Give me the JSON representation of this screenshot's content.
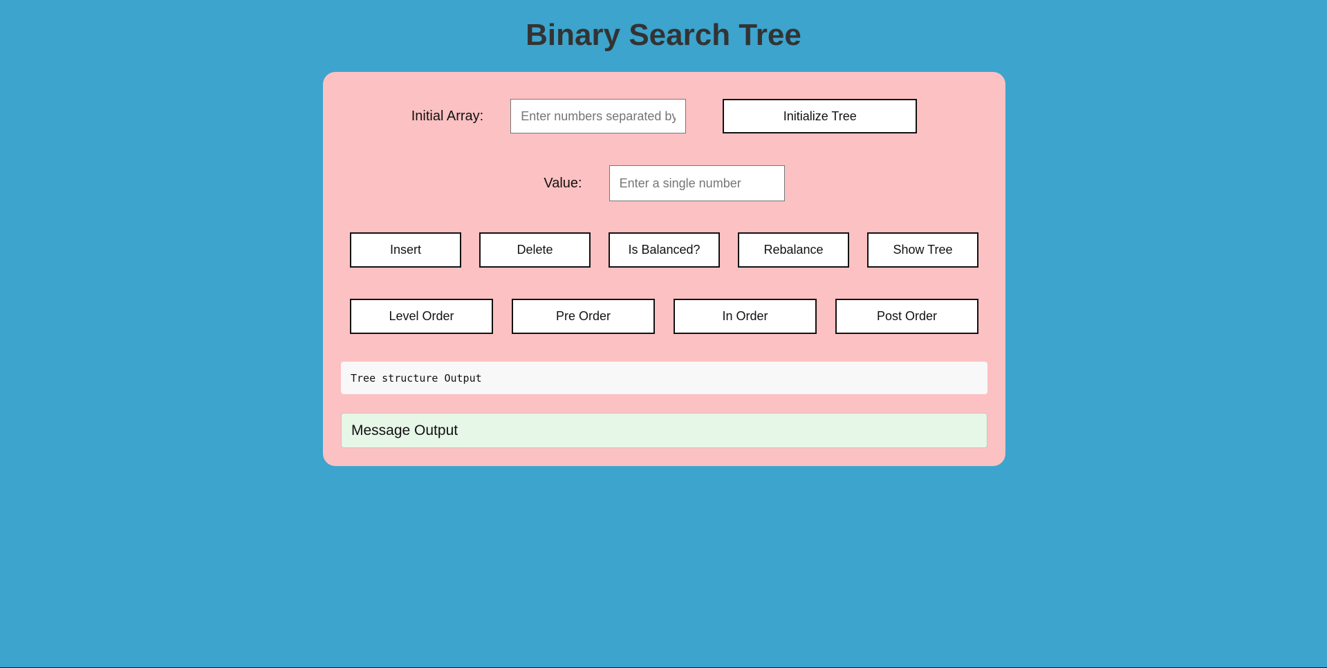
{
  "page": {
    "title": "Binary Search Tree"
  },
  "init": {
    "label": "Initial Array:",
    "placeholder": "Enter numbers separated by commas",
    "button_label": "Initialize Tree"
  },
  "value": {
    "label": "Value:",
    "placeholder": "Enter a single number"
  },
  "actions": {
    "insert": "Insert",
    "delete": "Delete",
    "is_balanced": "Is Balanced?",
    "rebalance": "Rebalance",
    "show_tree": "Show Tree"
  },
  "traversals": {
    "level_order": "Level Order",
    "pre_order": "Pre Order",
    "in_order": "In Order",
    "post_order": "Post Order"
  },
  "outputs": {
    "tree": "Tree structure Output",
    "message": "Message Output"
  },
  "colors": {
    "background": "#3ca4cd",
    "panel": "#fcc1c2",
    "tree_output_bg": "#f8f8f8",
    "message_output_bg": "#e6f6e7",
    "title": "#333333"
  }
}
